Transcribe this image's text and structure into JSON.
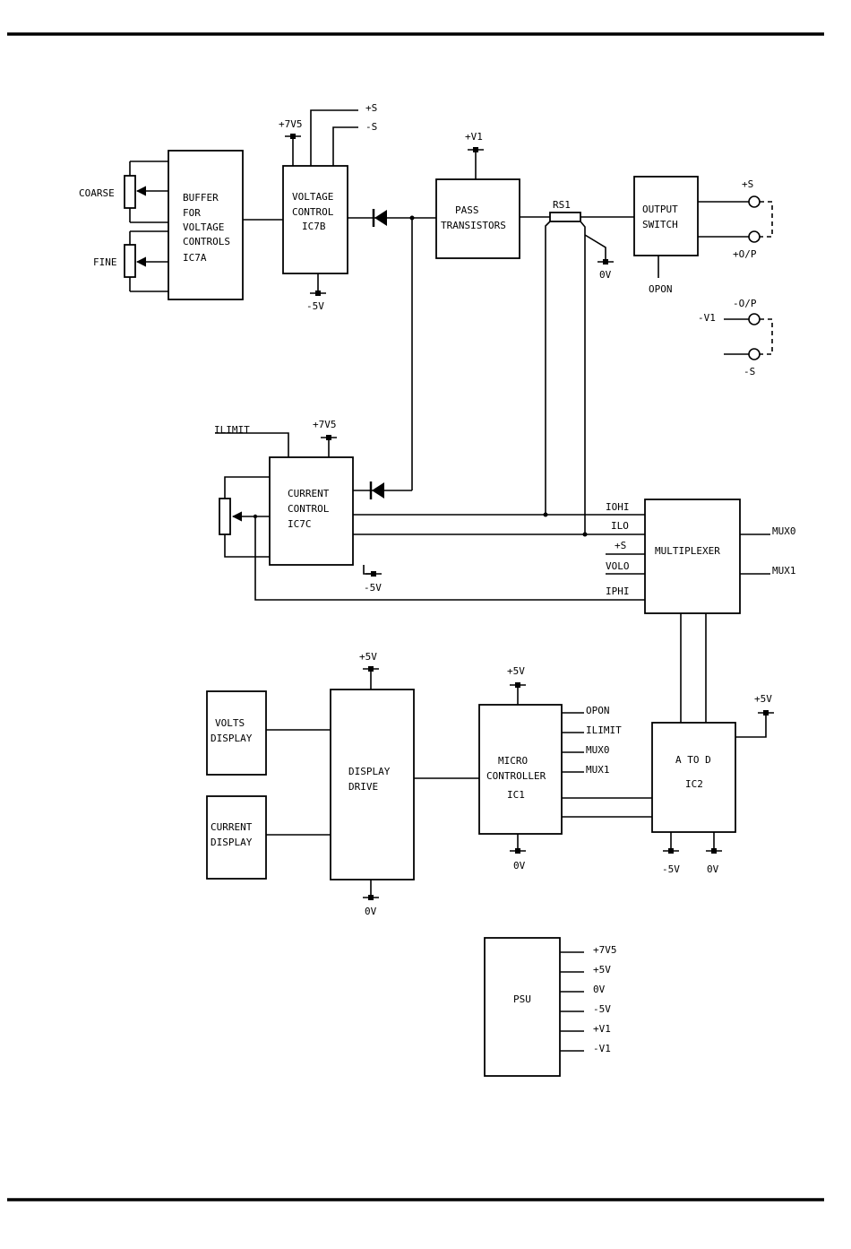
{
  "blocks": {
    "buffer": [
      "BUFFER",
      "FOR",
      "VOLTAGE",
      "CONTROLS",
      "IC7A"
    ],
    "voltage_control": [
      "VOLTAGE",
      "CONTROL",
      "IC7B"
    ],
    "pass_transistors": [
      "PASS",
      "TRANSISTORS"
    ],
    "output_switch": [
      "OUTPUT",
      "SWITCH"
    ],
    "current_control": [
      "CURRENT",
      "CONTROL",
      "IC7C"
    ],
    "multiplexer": [
      "MULTIPLEXER"
    ],
    "volts_display": [
      "VOLTS",
      "DISPLAY"
    ],
    "current_display": [
      "CURRENT",
      "DISPLAY"
    ],
    "display_drive": [
      "DISPLAY",
      "DRIVE"
    ],
    "micro_controller": [
      "MICRO",
      "CONTROLLER",
      "IC1"
    ],
    "a_to_d": [
      "A TO D",
      "IC2"
    ],
    "psu": [
      "PSU"
    ]
  },
  "labels": {
    "coarse": "COARSE",
    "fine": "FINE",
    "plus_7v5_vc": "+7V5",
    "minus_5v_vc": "-5V",
    "sense_plus": "+S",
    "sense_minus": "-S",
    "plus_v1": "+V1",
    "rs1": "RS1",
    "zero_v_rs1": "0V",
    "opon_switch": "OPON",
    "out_plus_s": "+S",
    "out_plus_op": "+O/P",
    "out_minus_op": "-O/P",
    "out_minus_v1": "-V1",
    "out_minus_s": "-S",
    "ilimit": "ILIMIT",
    "plus_7v5_cc": "+7V5",
    "minus_5v_cc": "-5V",
    "mux_in_iohi": "IOHI",
    "mux_in_ilo": "ILO",
    "mux_in_s": "+S",
    "mux_in_volo": "VOLO",
    "mux_in_iphi": "IPHI",
    "mux0_out": "MUX0",
    "mux1_out": "MUX1",
    "plus_5v_dd": "+5V",
    "zero_v_dd": "0V",
    "plus_5v_mc": "+5V",
    "zero_v_mc": "0V",
    "mc_opon": "OPON",
    "mc_ilimit": "ILIMIT",
    "mc_mux0": "MUX0",
    "mc_mux1": "MUX1",
    "plus_5v_ad": "+5V",
    "minus_5v_ad": "-5V",
    "zero_v_ad": "0V"
  },
  "psu_outputs": [
    "+7V5",
    "+5V",
    "0V",
    "-5V",
    "+V1",
    "-V1"
  ]
}
